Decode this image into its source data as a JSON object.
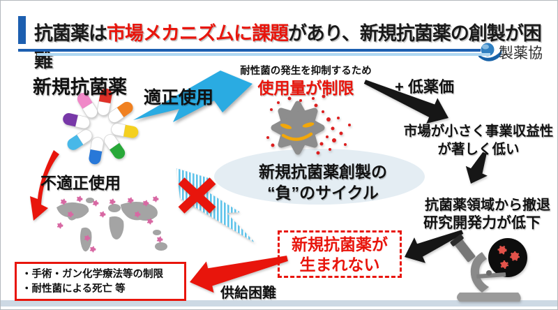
{
  "slide": {
    "title": {
      "prefix": "抗菌薬は",
      "highlight": "市場メカニズムに課題",
      "suffix": "があり、新規抗菌薬の創製が困難"
    },
    "logo": {
      "text": "製薬協"
    },
    "colors": {
      "accent_blue": "#1d5fb0",
      "divider_light_blue": "#aed7f2",
      "arrow_blue": "#2aabe2",
      "alert_red": "#e8150c",
      "cycle_ellipse_bg": "#e4edf3",
      "text_black": "#111111"
    },
    "icons": [
      "pill-pinwheel-icon",
      "bacteria-icon",
      "world-map-icon",
      "microscope-icon",
      "red-x-icon",
      "logo-globe-icon"
    ]
  },
  "labels": {
    "new_antibiotic": "新規抗菌薬",
    "proper_use": "適正使用",
    "improper_use": "不適正使用",
    "suppress_note": "耐性菌の発生を抑制するため",
    "usage_restricted": "使用量が制限",
    "plus_low_price": "+ 低薬価",
    "small_market_line1": "市場が小さく事業収益性",
    "small_market_line2": "が著しく低い",
    "withdrawal": "抗菌薬領域から撤退",
    "rd_decline": "研究開発力が低下",
    "cycle_line1": "新規抗菌薬創製の",
    "cycle_line2": "“負”のサイクル",
    "no_new_line1": "新規抗菌薬が",
    "no_new_line2": "生まれない",
    "supply_difficulty": "供給困難",
    "consequences": [
      "・手術・ガン化学療法等の制限",
      "・耐性菌による死亡 等"
    ]
  }
}
